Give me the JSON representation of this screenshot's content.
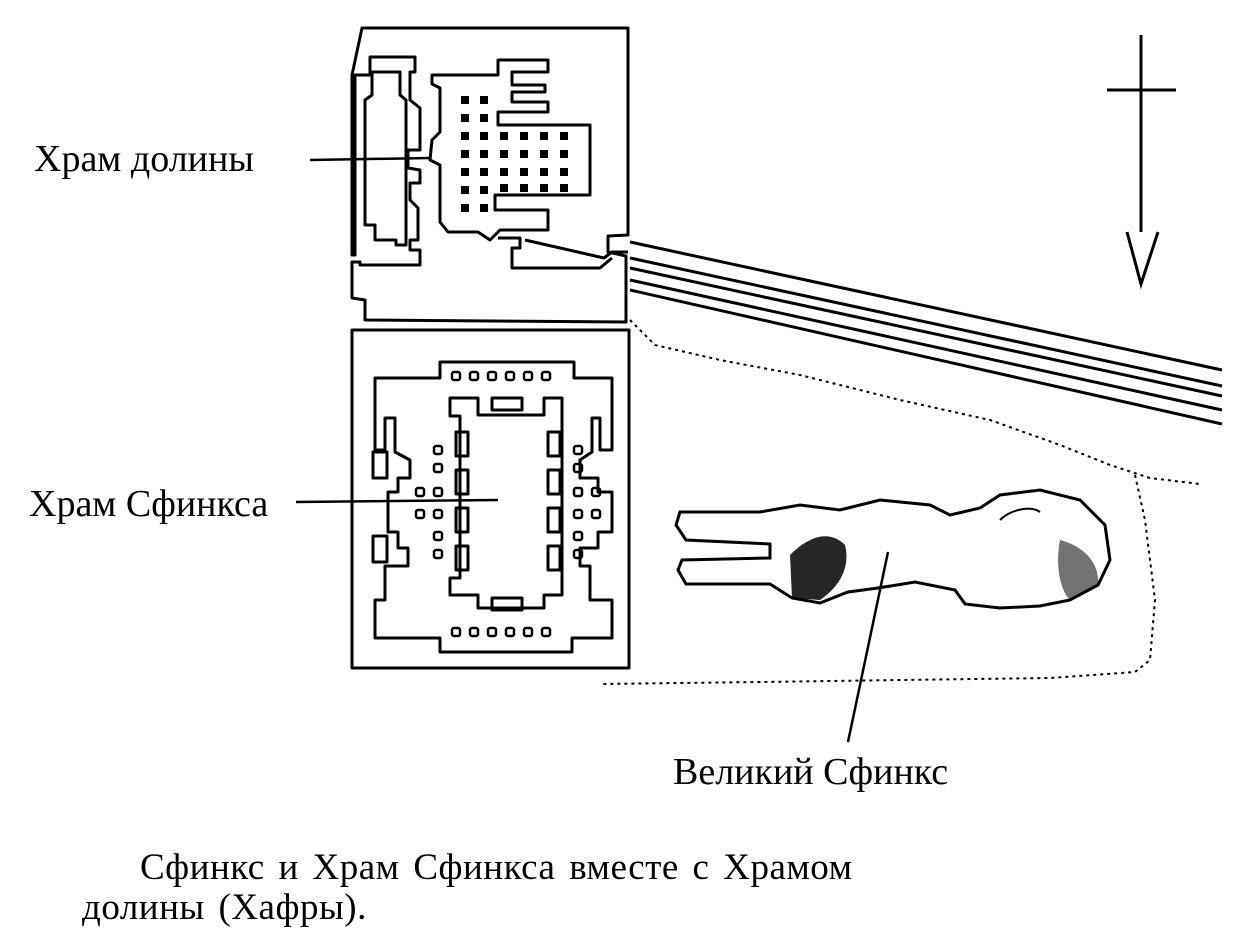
{
  "labels": {
    "valley_temple": "Храм долины",
    "sphinx_temple": "Храм Сфинкса",
    "great_sphinx": "Великий Сфинкс"
  },
  "caption": "Сфинкс и Храм Сфинкса вместе с Храмом долины (Хафры).",
  "icons": {
    "north_arrow": "north-arrow-icon"
  },
  "colors": {
    "ink": "#000000",
    "paper": "#ffffff"
  }
}
